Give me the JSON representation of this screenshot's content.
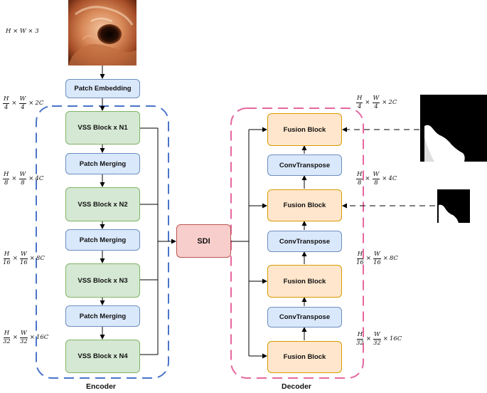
{
  "input": {
    "dims": "H × W × 3"
  },
  "encoder": {
    "label": "Encoder",
    "patch_embedding": "Patch Embedding",
    "blocks": [
      "VSS Block x N1",
      "VSS Block x N2",
      "VSS Block x N3",
      "VSS Block x N4"
    ],
    "merges": [
      "Patch Merging",
      "Patch Merging",
      "Patch Merging"
    ]
  },
  "sdi": "SDI",
  "decoder": {
    "label": "Decoder",
    "fusion": [
      "Fusion Block",
      "Fusion Block",
      "Fusion Block",
      "Fusion Block"
    ],
    "convtranspose": [
      "ConvTranspose",
      "ConvTranspose",
      "ConvTranspose"
    ]
  },
  "dims": [
    {
      "id": "enc-1",
      "n": "H",
      "d1": "4",
      "m": "W",
      "d2": "4",
      "c": "2C"
    },
    {
      "id": "enc-2",
      "n": "H",
      "d1": "8",
      "m": "W",
      "d2": "8",
      "c": "4C"
    },
    {
      "id": "enc-3",
      "n": "H",
      "d1": "16",
      "m": "W",
      "d2": "16",
      "c": "8C"
    },
    {
      "id": "enc-4",
      "n": "H",
      "d1": "32",
      "m": "W",
      "d2": "32",
      "c": "16C"
    },
    {
      "id": "dec-1",
      "n": "H",
      "d1": "4",
      "m": "W",
      "d2": "4",
      "c": "2C"
    },
    {
      "id": "dec-2",
      "n": "H",
      "d1": "8",
      "m": "W",
      "d2": "8",
      "c": "4C"
    },
    {
      "id": "dec-3",
      "n": "H",
      "d1": "16",
      "m": "W",
      "d2": "16",
      "c": "8C"
    },
    {
      "id": "dec-4",
      "n": "H",
      "d1": "32",
      "m": "W",
      "d2": "32",
      "c": "16C"
    }
  ],
  "colors": {
    "encoder_dash": "#4a74c9",
    "decoder_dash": "#e6679f",
    "blue_fill": "#dae8fc",
    "green_fill": "#d5e8d4",
    "orange_fill": "#ffe6cc",
    "red_fill": "#f8cecc"
  }
}
